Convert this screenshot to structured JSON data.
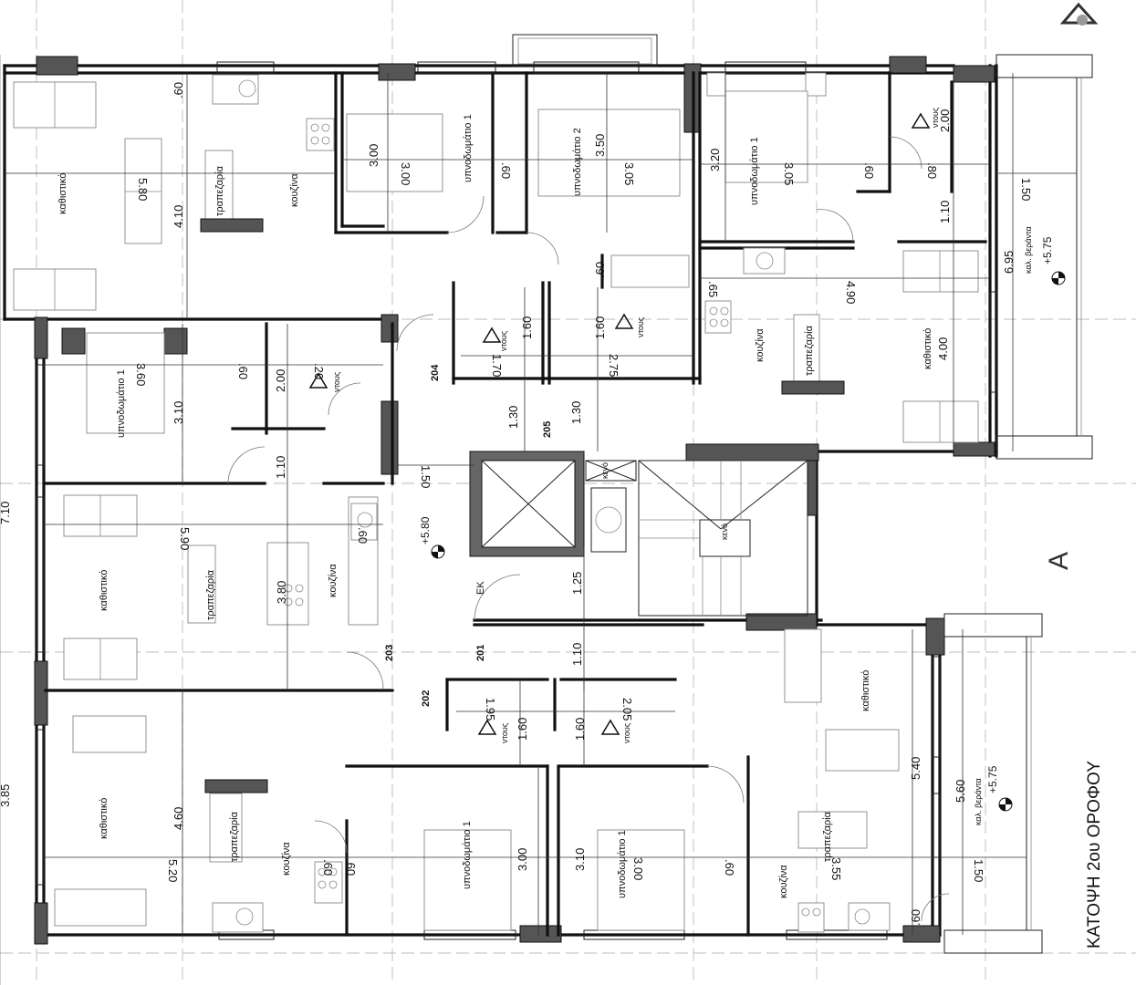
{
  "title": "ΚΑΤΟΨΗ 2ου ΟΡΟΦΟΥ",
  "section_marker": "A",
  "unit_numbers": [
    "204",
    "205",
    "203",
    "201",
    "202"
  ],
  "level_marks": {
    "core": "+5.80",
    "veranda_top": "+5.75",
    "veranda_bottom": "+5.75"
  },
  "room_labels": {
    "living": "καθιστικό",
    "dining": "τραπεζαρία",
    "kitchen": "κουζίνα",
    "bedroom1": "υπνοδωμάτιο 1",
    "bedroom2": "υπνοδωμάτιο 2",
    "shower": "ντους",
    "veranda": "καλ. βεράντα",
    "void": "κενό",
    "ek": "ΕΚ"
  },
  "dimensions": {
    "d_060": ".60",
    "d_580": "5.80",
    "d_410": "4.10",
    "d_300": "3.00",
    "d_350": "3.50",
    "d_305": "3.05",
    "d_320": "3.20",
    "d_200": "2.00",
    "d_110": "1.10",
    "d_150": "1.50",
    "d_695": "6.95",
    "d_080": ".80",
    "d_065": ".65",
    "d_490": "4.90",
    "d_400": "4.00",
    "d_160": "1.60",
    "d_170": "1.70",
    "d_275": "2.75",
    "d_130": "1.30",
    "d_360": "3.60",
    "d_310": "3.10",
    "d_020": ".20",
    "d_590": "5.90",
    "d_380": "3.80",
    "d_125": "1.25",
    "d_710": "7.10",
    "d_195": "1.95",
    "d_205": "2.05",
    "d_540": "5.40",
    "d_560": "5.60",
    "d_460": "4.60",
    "d_520": "5.20",
    "d_385": "3.85",
    "d_355": "3.55"
  }
}
